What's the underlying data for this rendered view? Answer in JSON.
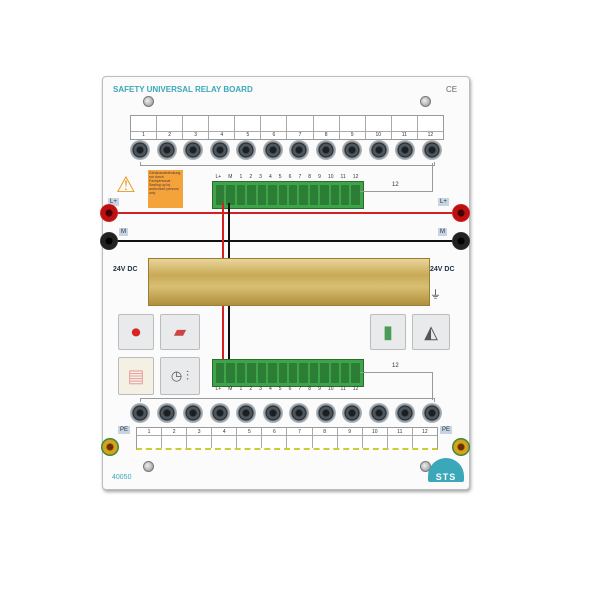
{
  "board": {
    "title": "SAFETY UNIVERSAL RELAY BOARD",
    "ce_mark": "CE",
    "model_number": "40050",
    "logo": "STS",
    "top_numbers": [
      "1",
      "2",
      "3",
      "4",
      "5",
      "6",
      "7",
      "8",
      "9",
      "10",
      "11",
      "12"
    ],
    "bottom_numbers": [
      "1",
      "2",
      "3",
      "4",
      "5",
      "6",
      "7",
      "8",
      "9",
      "10",
      "11",
      "12"
    ],
    "terminal_labels": [
      "L+",
      "M",
      "1",
      "2",
      "3",
      "4",
      "5",
      "6",
      "7",
      "8",
      "9",
      "10",
      "11",
      "12"
    ],
    "cable_count_top": "12",
    "cable_count_bottom": "12",
    "warning_label": "Gehäuseabdeckung nur durch Fachpersonal · Sealing up by authorized persons only",
    "lplus": "L+",
    "m": "M",
    "supply": "24V DC",
    "pe": "PE",
    "colors": {
      "accent": "#3aa8b8",
      "terminal": "#3fa34a",
      "positive": "#d42020",
      "negative": "#111111"
    }
  }
}
